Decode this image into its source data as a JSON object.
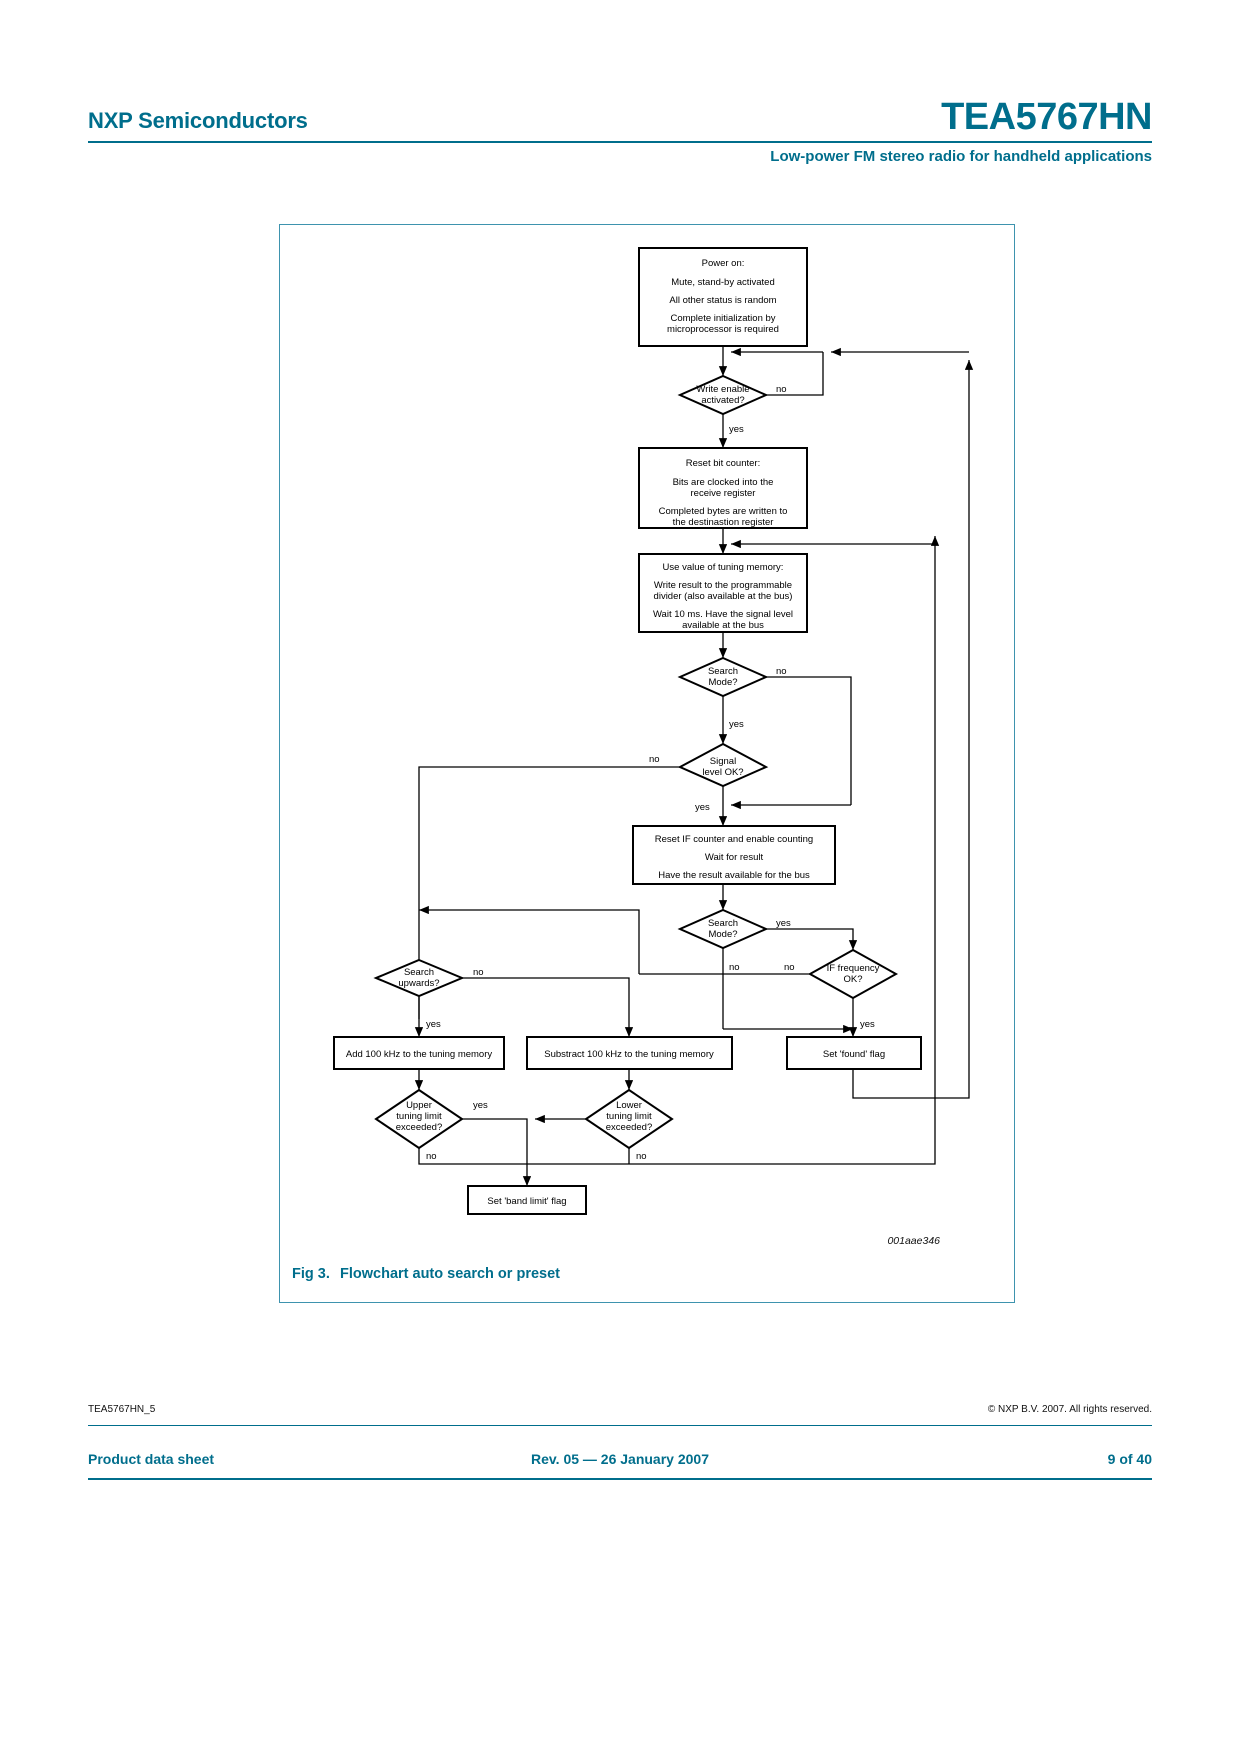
{
  "header": {
    "company": "NXP Semiconductors",
    "part_number": "TEA5767HN",
    "subtitle": "Low-power FM stereo radio for handheld applications"
  },
  "figure": {
    "caption_number": "Fig 3.",
    "caption_text": "Flowchart auto search or preset",
    "image_id": "001aae346"
  },
  "footer": {
    "doc_id": "TEA5767HN_5",
    "copyright": "© NXP B.V. 2007. All rights reserved.",
    "doc_type": "Product data sheet",
    "revision": "Rev. 05 — 26 January 2007",
    "page": "9 of 40"
  },
  "chart_data": {
    "type": "diagram",
    "title": "Flowchart auto search or preset",
    "nodes": [
      {
        "id": "power_on",
        "shape": "process",
        "lines": [
          "Power on:",
          "Mute, stand-by activated",
          "All other status is random",
          "Complete initialization by",
          "microprocessor is required"
        ]
      },
      {
        "id": "write_enable",
        "shape": "decision",
        "lines": [
          "Write enable",
          "activated?"
        ]
      },
      {
        "id": "reset_bit_counter",
        "shape": "process",
        "lines": [
          "Reset bit counter:",
          "Bits are clocked into the",
          "receive register",
          "Completed bytes are written to",
          "the destinastion register"
        ]
      },
      {
        "id": "use_tuning_memory",
        "shape": "process",
        "lines": [
          "Use value of tuning memory:",
          "Write result to the programmable",
          "divider (also available at the bus)",
          "Wait 10 ms. Have the signal level",
          "available at the bus"
        ]
      },
      {
        "id": "search_mode_1",
        "shape": "decision",
        "lines": [
          "Search",
          "Mode?"
        ]
      },
      {
        "id": "signal_level_ok",
        "shape": "decision",
        "lines": [
          "Signal",
          "level OK?"
        ]
      },
      {
        "id": "reset_if_counter",
        "shape": "process",
        "lines": [
          "Reset IF counter and enable counting",
          "Wait for result",
          "Have the result available for the bus"
        ]
      },
      {
        "id": "search_mode_2",
        "shape": "decision",
        "lines": [
          "Search",
          "Mode?"
        ]
      },
      {
        "id": "if_frequency_ok",
        "shape": "decision",
        "lines": [
          "IF frequency",
          "OK?"
        ]
      },
      {
        "id": "search_upwards",
        "shape": "decision",
        "lines": [
          "Search",
          "upwards?"
        ]
      },
      {
        "id": "add_100khz",
        "shape": "process",
        "lines": [
          "Add 100 kHz to the tuning memory"
        ]
      },
      {
        "id": "substract_100khz",
        "shape": "process",
        "lines": [
          "Substract 100 kHz to the tuning memory"
        ]
      },
      {
        "id": "set_found_flag",
        "shape": "process",
        "lines": [
          "Set 'found' flag"
        ]
      },
      {
        "id": "upper_limit",
        "shape": "decision",
        "lines": [
          "Upper",
          "tuning limit",
          "exceeded?"
        ]
      },
      {
        "id": "lower_limit",
        "shape": "decision",
        "lines": [
          "Lower",
          "tuning limit",
          "exceeded?"
        ]
      },
      {
        "id": "set_band_limit_flag",
        "shape": "process",
        "lines": [
          "Set 'band limit' flag"
        ]
      }
    ],
    "edge_labels": [
      "no",
      "yes",
      "no",
      "yes",
      "no",
      "yes",
      "yes",
      "no",
      "no",
      "no",
      "yes",
      "yes",
      "yes",
      "no",
      "no"
    ]
  }
}
